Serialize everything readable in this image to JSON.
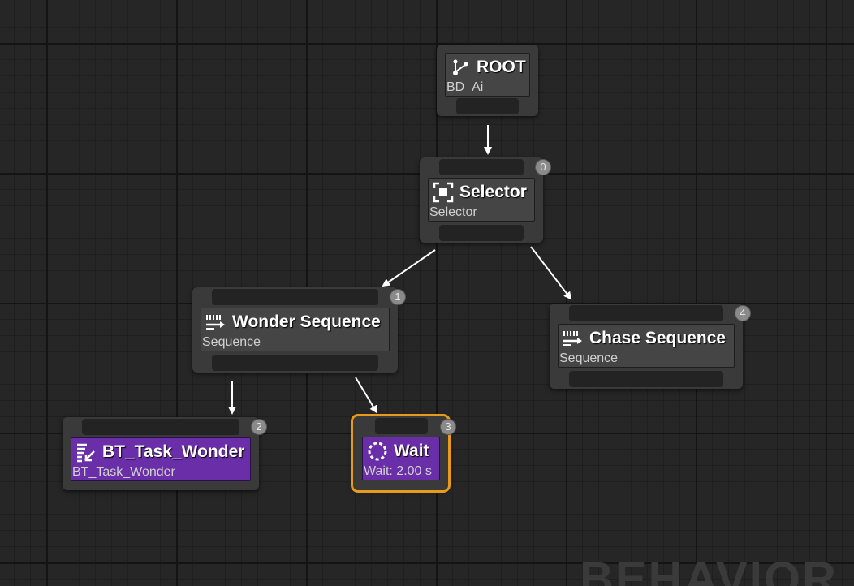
{
  "graph": {
    "watermark": "BEHAVIOR",
    "nodes": {
      "root": {
        "title": "ROOT",
        "subtitle": "BD_Ai",
        "icon": "root-tree-icon"
      },
      "selector": {
        "title": "Selector",
        "subtitle": "Selector",
        "badge": "0",
        "icon": "selector-icon"
      },
      "wonder_sequence": {
        "title": "Wonder Sequence",
        "subtitle": "Sequence",
        "badge": "1",
        "icon": "sequence-icon"
      },
      "chase_sequence": {
        "title": "Chase Sequence",
        "subtitle": "Sequence",
        "badge": "4",
        "icon": "sequence-icon"
      },
      "bt_task_wonder": {
        "title": "BT_Task_Wonder",
        "subtitle": "BT_Task_Wonder",
        "badge": "2",
        "icon": "task-icon"
      },
      "wait": {
        "title": "Wait",
        "subtitle": "Wait: 2.00 s",
        "badge": "3",
        "icon": "wait-icon",
        "selected": true
      }
    }
  },
  "colors": {
    "task_body": "#6a2ea8",
    "selection_outline": "#e79a1c",
    "background": "#262626",
    "wire": "#ffffff"
  }
}
